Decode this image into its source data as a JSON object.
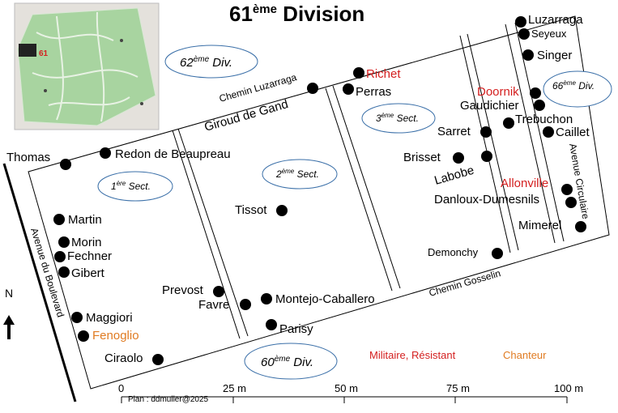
{
  "title": {
    "main": "61",
    "sup": "ème",
    "rest": " Division"
  },
  "inset": {
    "number": "61"
  },
  "divisions": {
    "d62": {
      "num": "62",
      "sup": "ème",
      "rest": " Div."
    },
    "d66": {
      "num": "66",
      "sup": "ème",
      "rest": " Div."
    },
    "d60": {
      "num": "60",
      "sup": "ème",
      "rest": " Div."
    }
  },
  "sections": {
    "s1": {
      "num": "1",
      "sup": "ère",
      "rest": " Sect."
    },
    "s2": {
      "num": "2",
      "sup": "ème",
      "rest": " Sect."
    },
    "s3": {
      "num": "3",
      "sup": "ème",
      "rest": " Sect."
    }
  },
  "paths": {
    "chemin_luzarraga": "Chemin Luzarraga",
    "chemin_gosselin": "Chemin Gosselin",
    "avenue_boulevard": "Avenue du Boulevard",
    "avenue_circulaire": "Avenue Circulaire"
  },
  "graves": {
    "thomas": "Thomas",
    "redon": "Redon de Beaupreau",
    "giroud": "Giroud de Gand",
    "richet": "Richet",
    "perras": "Perras",
    "luzarraga": "Luzarraga",
    "seyeux": "Seyeux",
    "singer": "Singer",
    "doornik": "Doornik",
    "gaudichier": "Gaudichier",
    "trebuchon": "Trebuchon",
    "caillet": "Caillet",
    "sarret": "Sarret",
    "brisset": "Brisset",
    "labobe": "Labobe",
    "allonville": "Allonville",
    "danloux": "Danloux-Dumesnils",
    "mimerel": "Mimerel",
    "tissot": "Tissot",
    "demonchy": "Demonchy",
    "martin": "Martin",
    "morin": "Morin",
    "fechner": "Fechner",
    "gibert": "Gibert",
    "prevost": "Prevost",
    "favre": "Favre",
    "montejo": "Montejo-Caballero",
    "parisy": "Parisy",
    "maggiori": "Maggiori",
    "fenoglio": "Fenoglio",
    "ciraolo": "Ciraolo"
  },
  "legend": {
    "militaire": "Militaire, Résistant",
    "chanteur": "Chanteur"
  },
  "north": {
    "letter": "N"
  },
  "scale": {
    "credit": "Plan : ddmuller@2025",
    "ticks": [
      "0",
      "25 m",
      "50 m",
      "75 m",
      "100 m"
    ]
  },
  "colors": {
    "militaire": "#d42020",
    "chanteur": "#e07b22",
    "park": "#9fcf9a",
    "ellipse": "#3a6fa8"
  }
}
